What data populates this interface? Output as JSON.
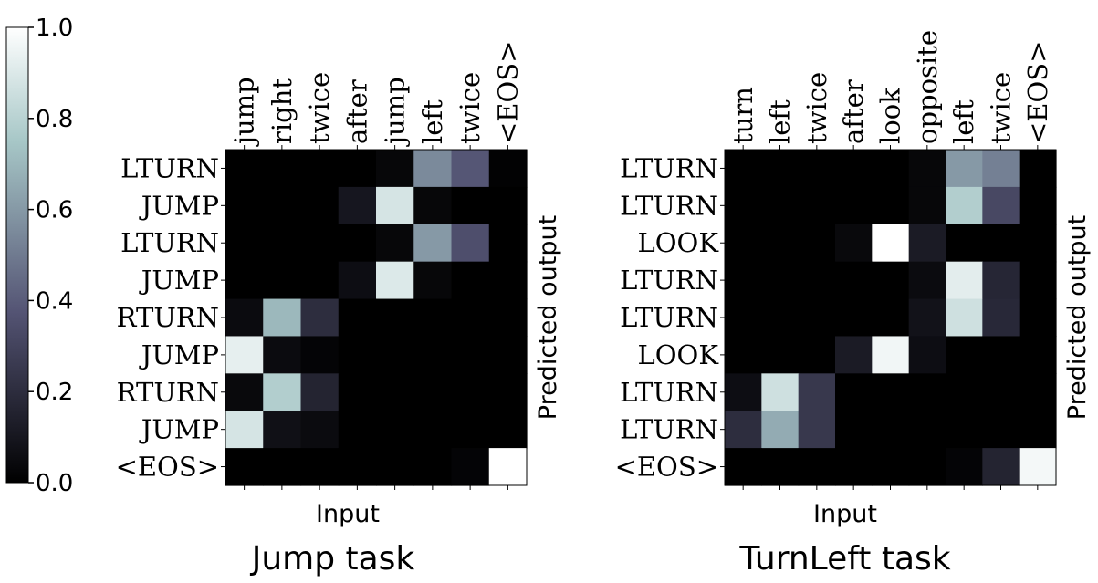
{
  "colorbar": {
    "ticks": [
      "0.0",
      "0.2",
      "0.4",
      "0.6",
      "0.8",
      "1.0"
    ],
    "min": 0,
    "max": 1
  },
  "chart_data": [
    {
      "type": "heatmap",
      "title": "Jump task",
      "xlabel": "Input",
      "ylabel": "Predicted output",
      "x_categories": [
        "jump",
        "right",
        "twice",
        "after",
        "jump",
        "left",
        "twice",
        "<EOS>"
      ],
      "y_categories": [
        "LTURN",
        "JUMP",
        "LTURN",
        "JUMP",
        "RTURN",
        "JUMP",
        "RTURN",
        "JUMP",
        "<EOS>"
      ],
      "values": [
        [
          0.0,
          0.0,
          0.0,
          0.0,
          0.03,
          0.55,
          0.38,
          0.01
        ],
        [
          0.0,
          0.0,
          0.0,
          0.1,
          0.88,
          0.03,
          0.0,
          0.0
        ],
        [
          0.0,
          0.0,
          0.0,
          0.0,
          0.03,
          0.6,
          0.35,
          0.0
        ],
        [
          0.0,
          0.0,
          0.0,
          0.06,
          0.9,
          0.03,
          0.0,
          0.0
        ],
        [
          0.05,
          0.7,
          0.2,
          0.0,
          0.0,
          0.0,
          0.0,
          0.0
        ],
        [
          0.93,
          0.05,
          0.02,
          0.0,
          0.0,
          0.0,
          0.0,
          0.0
        ],
        [
          0.04,
          0.78,
          0.16,
          0.0,
          0.0,
          0.0,
          0.0,
          0.0
        ],
        [
          0.88,
          0.07,
          0.05,
          0.0,
          0.0,
          0.0,
          0.0,
          0.0
        ],
        [
          0.0,
          0.0,
          0.0,
          0.0,
          0.0,
          0.0,
          0.02,
          1.0
        ]
      ],
      "vmin": 0,
      "vmax": 1
    },
    {
      "type": "heatmap",
      "title": "TurnLeft task",
      "xlabel": "Input",
      "ylabel": "Predicted output",
      "x_categories": [
        "turn",
        "left",
        "twice",
        "after",
        "look",
        "opposite",
        "left",
        "twice",
        "<EOS>"
      ],
      "y_categories": [
        "LTURN",
        "LTURN",
        "LOOK",
        "LTURN",
        "LTURN",
        "LOOK",
        "LTURN",
        "LTURN",
        "<EOS>"
      ],
      "values": [
        [
          0.0,
          0.0,
          0.0,
          0.0,
          0.0,
          0.03,
          0.6,
          0.52,
          0.0
        ],
        [
          0.0,
          0.0,
          0.0,
          0.0,
          0.0,
          0.03,
          0.78,
          0.32,
          0.0
        ],
        [
          0.0,
          0.0,
          0.0,
          0.04,
          1.0,
          0.12,
          0.0,
          0.0,
          0.0
        ],
        [
          0.0,
          0.0,
          0.0,
          0.0,
          0.0,
          0.05,
          0.92,
          0.17,
          0.0
        ],
        [
          0.0,
          0.0,
          0.0,
          0.0,
          0.0,
          0.08,
          0.86,
          0.18,
          0.0
        ],
        [
          0.0,
          0.0,
          0.0,
          0.12,
          0.96,
          0.06,
          0.0,
          0.0,
          0.0
        ],
        [
          0.06,
          0.86,
          0.25,
          0.0,
          0.0,
          0.0,
          0.0,
          0.0,
          0.0
        ],
        [
          0.2,
          0.66,
          0.25,
          0.0,
          0.0,
          0.0,
          0.0,
          0.0,
          0.0
        ],
        [
          0.0,
          0.0,
          0.0,
          0.0,
          0.0,
          0.0,
          0.02,
          0.16,
          0.97
        ]
      ],
      "vmin": 0,
      "vmax": 1
    }
  ]
}
